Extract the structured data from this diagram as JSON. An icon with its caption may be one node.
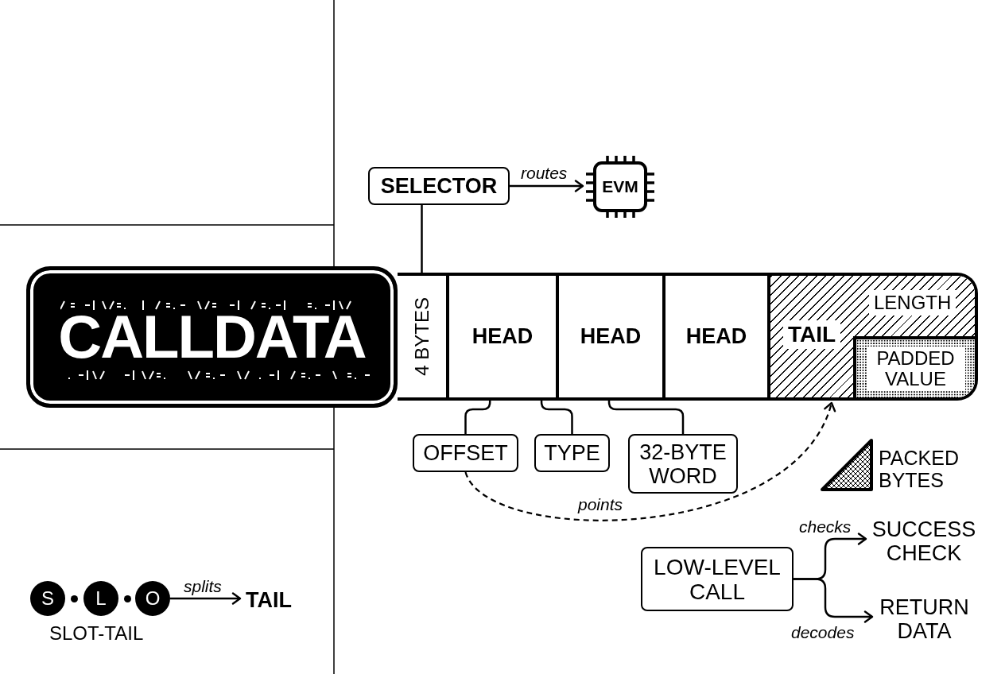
{
  "diagram": {
    "nodes": [
      {
        "text": [
          "SELECTOR"
        ]
      },
      {
        "text": [
          "EVM"
        ]
      },
      {
        "text": [
          "CALLDATA"
        ]
      },
      {
        "text": [],
        "shape": "bar"
      },
      {
        "text": [
          "4 BYTES"
        ],
        "in": 3
      },
      {
        "text": [
          "HEAD"
        ],
        "in": 3
      },
      {
        "text": [
          "HEAD"
        ],
        "in": 3
      },
      {
        "text": [
          "HEAD"
        ],
        "in": 3
      },
      {
        "text": [
          "TAIL",
          "LENGTH"
        ],
        "in": 3
      },
      {
        "text": [
          "PADDED VALUE"
        ],
        "in": 8
      },
      {
        "text": [
          "OFFSET"
        ]
      },
      {
        "text": [
          "TYPE"
        ]
      },
      {
        "text": [
          "32-BYTE WORD"
        ]
      },
      {
        "text": [
          "LOW-LEVEL CALL"
        ]
      },
      {
        "text": [
          "SUCCESS CHECK"
        ]
      },
      {
        "text": [
          "RETURN DATA"
        ]
      },
      {
        "text": [
          "S"
        ]
      },
      {
        "text": [
          "L"
        ]
      },
      {
        "text": [
          "O"
        ]
      },
      {
        "text": [
          "TAIL"
        ]
      }
    ],
    "edges": [
      {
        "from": 0,
        "to": 1,
        "arrow": "to",
        "label": "routes"
      },
      {
        "from": 0,
        "to": 4,
        "arrow": "none"
      },
      {
        "from": 5,
        "to": 10,
        "arrow": "none"
      },
      {
        "from": 5,
        "to": 11,
        "arrow": "none"
      },
      {
        "from": 6,
        "to": 12,
        "arrow": "none"
      },
      {
        "from": 10,
        "to": 8,
        "arrow": "to",
        "label": "points",
        "style": "dashed"
      },
      {
        "from": 13,
        "to": 14,
        "arrow": "to",
        "label": "checks"
      },
      {
        "from": 13,
        "to": 15,
        "arrow": "to",
        "label": "decodes"
      },
      {
        "from": 18,
        "to": 19,
        "arrow": "to",
        "label": "splits"
      }
    ],
    "labels": [
      "SLOT-TAIL"
    ],
    "legend": [
      {
        "text": "PACKED BYTES"
      }
    ]
  }
}
